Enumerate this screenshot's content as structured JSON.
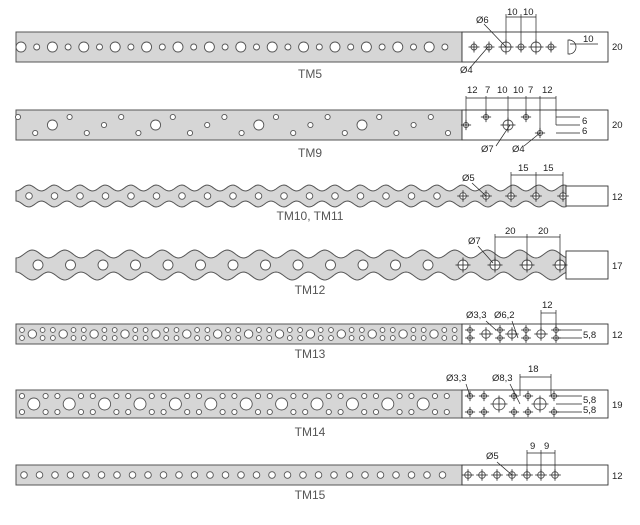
{
  "strips": [
    {
      "key": "tm5",
      "name": "TM5",
      "width": "20",
      "dims": [
        "Ø6",
        "Ø4",
        "10",
        "10",
        "10"
      ]
    },
    {
      "key": "tm9",
      "name": "TM9",
      "width": "20",
      "dims": [
        "12",
        "7",
        "10",
        "10",
        "7",
        "12",
        "Ø7",
        "Ø4",
        "6",
        "6"
      ]
    },
    {
      "key": "tm10",
      "name": "TM10, TM11",
      "width": "12",
      "dims": [
        "Ø5",
        "15",
        "15"
      ]
    },
    {
      "key": "tm12",
      "name": "TM12",
      "width": "17",
      "dims": [
        "Ø7",
        "20",
        "20"
      ]
    },
    {
      "key": "tm13",
      "name": "TM13",
      "width": "12",
      "dims": [
        "Ø3,3",
        "Ø6,2",
        "12",
        "5,8"
      ]
    },
    {
      "key": "tm14",
      "name": "TM14",
      "width": "19",
      "dims": [
        "Ø3,3",
        "Ø8,3",
        "18",
        "5,8",
        "5,8"
      ]
    },
    {
      "key": "tm15",
      "name": "TM15",
      "width": "12",
      "dims": [
        "Ø5",
        "9",
        "9"
      ]
    }
  ]
}
